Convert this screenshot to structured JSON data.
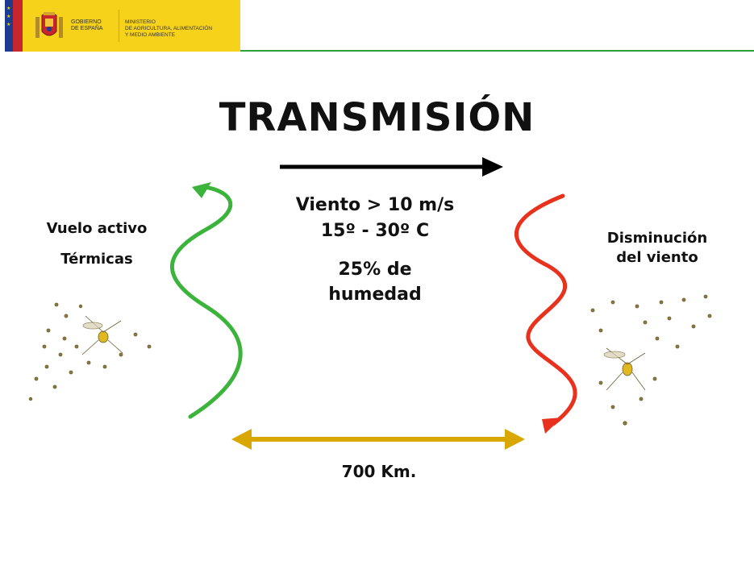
{
  "header": {
    "government": "GOBIERNO\nDE ESPAÑA",
    "ministry": "MINISTERIO\nDE AGRICULTURA, ALIMENTACIÓN\nY MEDIO AMBIENTE",
    "colors": {
      "brand_yellow": "#f7d21a",
      "flag_red": "#c8262e",
      "flag_blue": "#1b3c8f",
      "rule_green": "#2e9e3c"
    }
  },
  "slide": {
    "title": "TRANSMISIÓN",
    "conditions": {
      "wind": "Viento > 10 m/s",
      "temperature": "15º - 30º C",
      "humidity_line1": "25% de",
      "humidity_line2": "humedad"
    },
    "left_labels": {
      "line1": "Vuelo activo",
      "line2": "Térmicas"
    },
    "right_labels": {
      "line1": "Disminución",
      "line2": "del viento"
    },
    "distance": "700 Km.",
    "colors": {
      "up_arrow": "#3cb43c",
      "down_arrow": "#e8321e",
      "distance_arrow": "#d8a800",
      "main_arrow": "#000000"
    },
    "icons": {
      "left_swarm": "mosquito-swarm-icon",
      "right_swarm": "mosquito-swarm-icon"
    }
  }
}
